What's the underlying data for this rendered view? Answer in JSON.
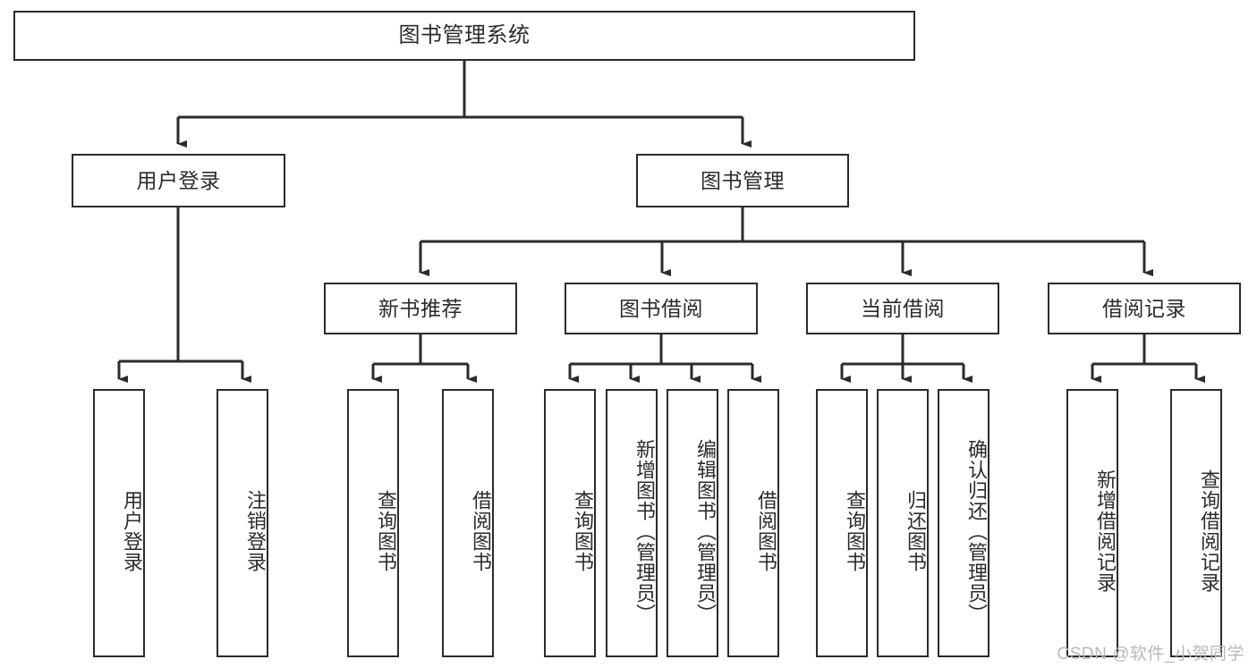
{
  "diagram": {
    "type": "tree-hierarchy-chart",
    "title_node": {
      "id": "root",
      "label": "图书管理系统"
    },
    "level2": [
      {
        "id": "user-login",
        "label": "用户登录"
      },
      {
        "id": "book-management",
        "label": "图书管理"
      }
    ],
    "level3": [
      {
        "id": "new-book-recommend",
        "label": "新书推荐",
        "parent": "book-management"
      },
      {
        "id": "book-borrow",
        "label": "图书借阅",
        "parent": "book-management"
      },
      {
        "id": "current-borrow",
        "label": "当前借阅",
        "parent": "book-management"
      },
      {
        "id": "borrow-record",
        "label": "借阅记录",
        "parent": "book-management"
      }
    ],
    "leaves": [
      {
        "id": "leaf-user-login",
        "label": "用户登录",
        "parent": "user-login"
      },
      {
        "id": "leaf-logout-login",
        "label": "注销登录",
        "parent": "user-login"
      },
      {
        "id": "leaf-query-book-1",
        "label": "查询图书",
        "parent": "new-book-recommend"
      },
      {
        "id": "leaf-borrow-book-1",
        "label": "借阅图书",
        "parent": "new-book-recommend"
      },
      {
        "id": "leaf-query-book-2",
        "label": "查询图书",
        "parent": "book-borrow"
      },
      {
        "id": "leaf-add-book",
        "label": "新增图书（管理员）",
        "parent": "book-borrow"
      },
      {
        "id": "leaf-edit-book",
        "label": "编辑图书（管理员）",
        "parent": "book-borrow"
      },
      {
        "id": "leaf-borrow-book-2",
        "label": "借阅图书",
        "parent": "book-borrow"
      },
      {
        "id": "leaf-query-book-3",
        "label": "查询图书",
        "parent": "current-borrow"
      },
      {
        "id": "leaf-return-book",
        "label": "归还图书",
        "parent": "current-borrow"
      },
      {
        "id": "leaf-confirm-return",
        "label": "确认归还（管理员）",
        "parent": "current-borrow"
      },
      {
        "id": "leaf-add-borrow-record",
        "label": "新增借阅记录",
        "parent": "borrow-record"
      },
      {
        "id": "leaf-query-borrow-record",
        "label": "查询借阅记录",
        "parent": "borrow-record"
      }
    ],
    "watermark": "CSDN @软件_小贺同学",
    "colors": {
      "stroke": "#2b2b2b",
      "background": "#ffffff",
      "text": "#2b2b2b",
      "watermark": "#b9b9b9"
    }
  }
}
